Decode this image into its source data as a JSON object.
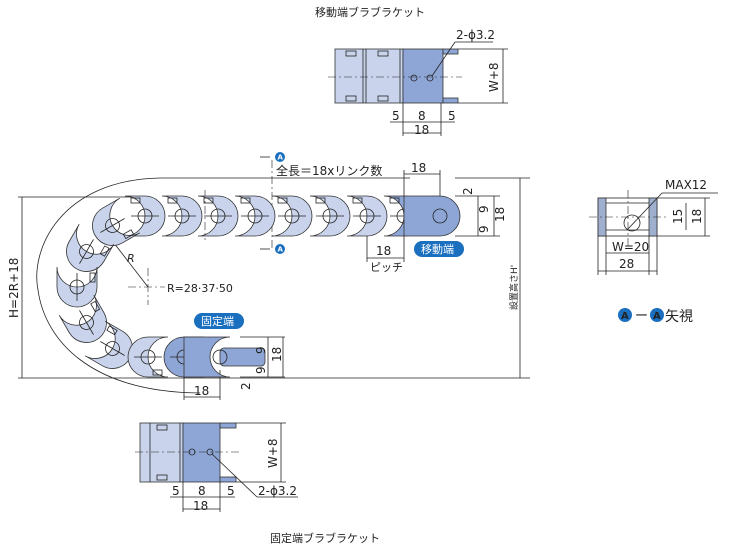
{
  "titles": {
    "moving_bracket": "移動端ブラブラケット",
    "fixed_bracket": "固定端ブラブラケット",
    "section_view": "矢視",
    "section_marker": "A",
    "section_dash": "ー"
  },
  "labels": {
    "moving_end": "移動端",
    "fixed_end": "固定端",
    "total_length": "全長＝18xリンク数",
    "pitch": "ピッチ",
    "install_height": "設置高さH'",
    "height_formula": "H=2R+18",
    "radius": "R",
    "radius_values": "R=28·37·50"
  },
  "dims": {
    "bracket_hole": "2-ϕ3.2",
    "bracket_height": "W+8",
    "bracket_5": "5",
    "bracket_8": "8",
    "bracket_18": "18",
    "pitch_18": "18",
    "end_18": "18",
    "gap_2": "2",
    "half_9": "9",
    "height_18": "18",
    "max12": "MAX12",
    "inner_15": "15",
    "outer_18": "18",
    "width_w20": "W=20",
    "width_28": "28"
  },
  "colors": {
    "accent": "#1a6fbf",
    "link_light": "#c9d4ec",
    "link_dark": "#8ea6d6"
  }
}
